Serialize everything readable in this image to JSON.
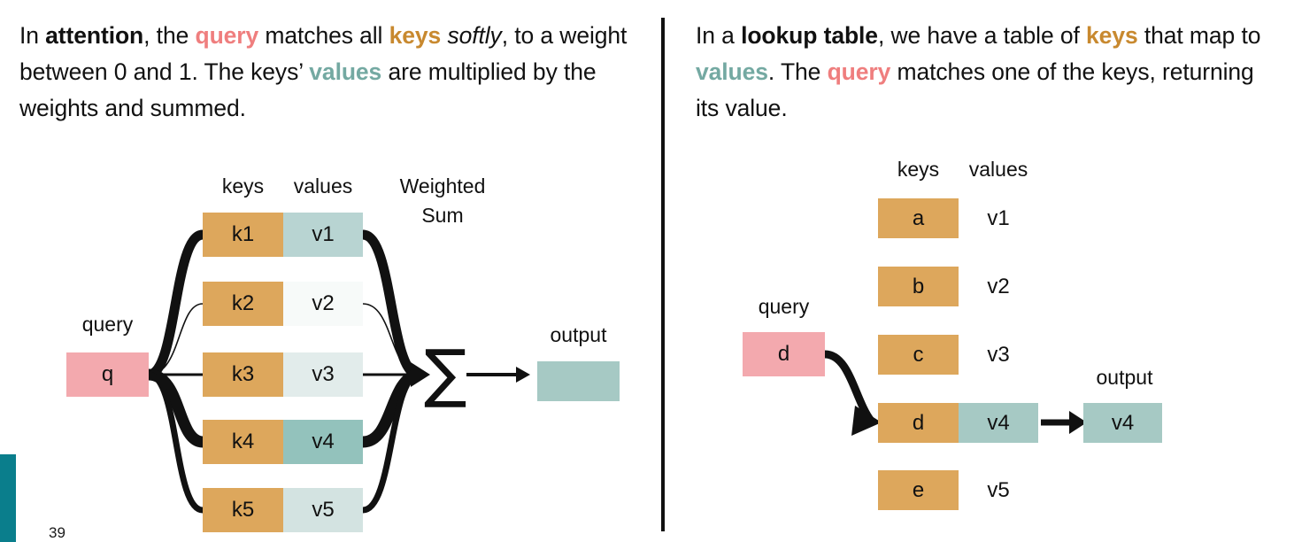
{
  "slide": {
    "number": "39",
    "accent_color": "#0a7e8c",
    "divider": "vertical-rule"
  },
  "palette": {
    "key_orange": "#dda75c",
    "query_pink": "#f3a9ae",
    "value_teal_full": "#a6c9c4",
    "value_teal_strong": "#93c2bc",
    "value_teal_mid": "#b8d4d2",
    "value_teal_light": "#d3e3e1",
    "value_teal_faint": "#e2eceb",
    "value_teal_none": "#f7faf9",
    "text_query": "#ef7e7e",
    "text_keys": "#c8892f",
    "text_values": "#74a9a2"
  },
  "left": {
    "caption": {
      "segments": [
        {
          "text": "In ",
          "style": "plain"
        },
        {
          "text": "attention",
          "style": "bold"
        },
        {
          "text": ", the ",
          "style": "plain"
        },
        {
          "text": "query",
          "style": "query"
        },
        {
          "text": " matches all ",
          "style": "plain"
        },
        {
          "text": "keys",
          "style": "keys"
        },
        {
          "text": " ",
          "style": "plain"
        },
        {
          "text": "softly",
          "style": "italic"
        },
        {
          "text": ", to a weight between 0 and 1. The keys’ ",
          "style": "plain"
        },
        {
          "text": "values",
          "style": "values"
        },
        {
          "text": " are multiplied by the weights and summed.",
          "style": "plain"
        }
      ]
    },
    "headers": {
      "keys": "keys",
      "values": "values",
      "weighted_sum_line1": "Weighted",
      "weighted_sum_line2": "Sum"
    },
    "query": {
      "label": "query",
      "value": "q"
    },
    "rows": [
      {
        "key": "k1",
        "value": "v1",
        "weight": 0.62,
        "value_fill": "#b8d4d2"
      },
      {
        "key": "k2",
        "value": "v2",
        "weight": 0.03,
        "value_fill": "#f7faf9"
      },
      {
        "key": "k3",
        "value": "v3",
        "weight": 0.1,
        "value_fill": "#e2eceb"
      },
      {
        "key": "k4",
        "value": "v4",
        "weight": 0.85,
        "value_fill": "#93c2bc"
      },
      {
        "key": "k5",
        "value": "v5",
        "weight": 0.32,
        "value_fill": "#d3e3e1"
      }
    ],
    "sum_symbol": "∑",
    "output": {
      "label": "output",
      "value": ""
    }
  },
  "right": {
    "caption": {
      "segments": [
        {
          "text": "In a ",
          "style": "plain"
        },
        {
          "text": "lookup table",
          "style": "bold"
        },
        {
          "text": ", we have a table of ",
          "style": "plain"
        },
        {
          "text": "keys",
          "style": "keys"
        },
        {
          "text": " that map to ",
          "style": "plain"
        },
        {
          "text": "values",
          "style": "values"
        },
        {
          "text": ". The ",
          "style": "plain"
        },
        {
          "text": "query",
          "style": "query"
        },
        {
          "text": " matches one of the keys, returning its value.",
          "style": "plain"
        }
      ]
    },
    "headers": {
      "keys": "keys",
      "values": "values"
    },
    "query": {
      "label": "query",
      "value": "d"
    },
    "rows": [
      {
        "key": "a",
        "value": "v1",
        "matched": false
      },
      {
        "key": "b",
        "value": "v2",
        "matched": false
      },
      {
        "key": "c",
        "value": "v3",
        "matched": false
      },
      {
        "key": "d",
        "value": "v4",
        "matched": true
      },
      {
        "key": "e",
        "value": "v5",
        "matched": false
      }
    ],
    "output": {
      "label": "output",
      "value": "v4"
    }
  }
}
